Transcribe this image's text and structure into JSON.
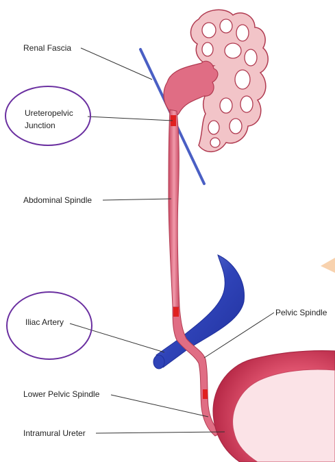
{
  "labels": {
    "renal_fascia": "Renal Fascia",
    "ureteropelvic_line1": "Ureteropelvic",
    "ureteropelvic_line2": "Junction",
    "abdominal_spindle": "Abdominal Spindle",
    "iliac_artery": "Iliac Artery",
    "pelvic_spindle": "Pelvic Spindle",
    "lower_pelvic_spindle": "Lower Pelvic Spindle",
    "intramural_ureter": "Intramural Ureter"
  },
  "colors": {
    "ureter": "#e06d84",
    "kidney": "#f2c4c8",
    "kidney_outline": "#b03a50",
    "fascia": "#4a5fc4",
    "artery": "#2f43b8",
    "bladder": "#d94360",
    "spindle_mark": "#e02020",
    "circle": "#6a2fa0",
    "leader": "#333333"
  },
  "icons": [
    "kidney-illustration",
    "bladder-illustration"
  ]
}
